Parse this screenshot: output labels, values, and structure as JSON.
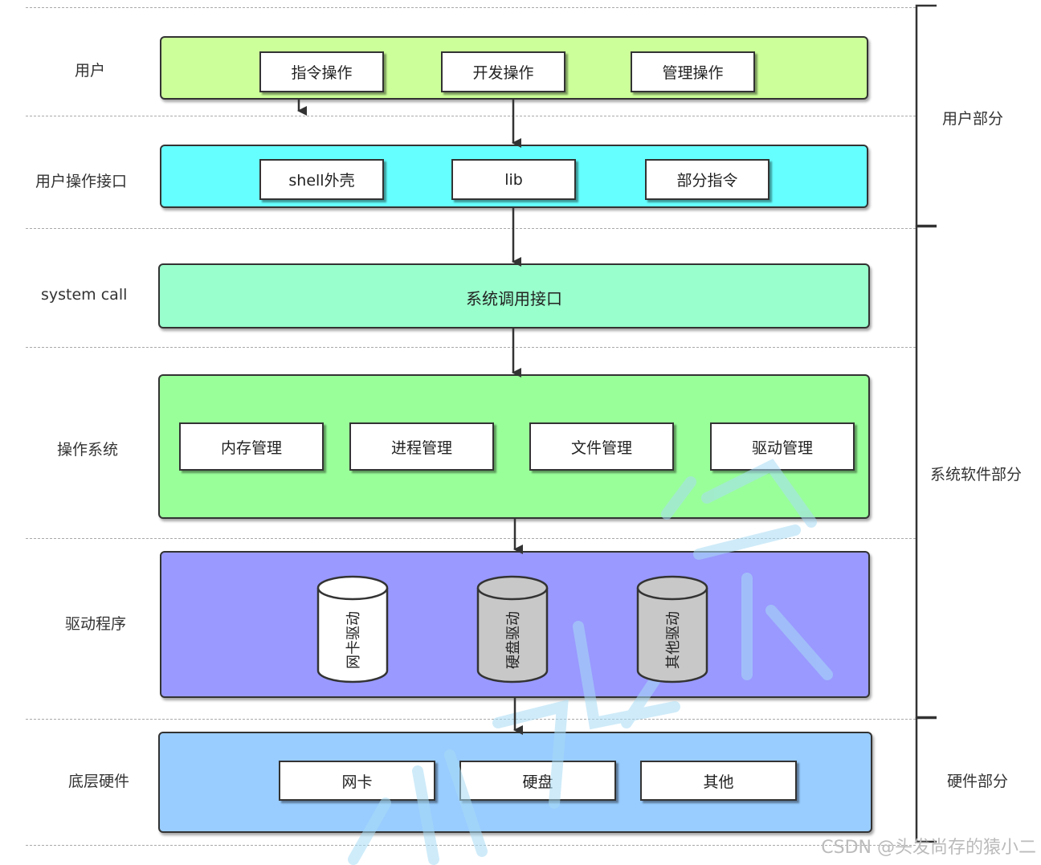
{
  "rows": {
    "user": "用户",
    "user_interface": "用户操作接口",
    "system_call": "system call",
    "os": "操作系统",
    "driver": "驱动程序",
    "hardware": "底层硬件"
  },
  "user_layer": {
    "items": [
      "指令操作",
      "开发操作",
      "管理操作"
    ]
  },
  "interface_layer": {
    "items": [
      "shell外壳",
      "lib",
      "部分指令"
    ]
  },
  "syscall_layer": {
    "label": "系统调用接口"
  },
  "os_layer": {
    "items": [
      "内存管理",
      "进程管理",
      "文件管理",
      "驱动管理"
    ]
  },
  "driver_layer": {
    "items": [
      "网卡驱动",
      "硬盘驱动",
      "其他驱动"
    ]
  },
  "hardware_layer": {
    "items": [
      "网卡",
      "硬盘",
      "其他"
    ]
  },
  "brackets": {
    "user_part": "用户部分",
    "system_part": "系统软件部分",
    "hardware_part": "硬件部分"
  },
  "watermark": "CSDN @头发尚存的猿小二",
  "colors": {
    "user_layer": "#ccff99",
    "interface_layer": "#66ffff",
    "syscall_layer": "#99ffcc",
    "os_layer": "#99ff99",
    "driver_layer": "#9999ff",
    "hardware_layer": "#99ccff",
    "cylinder_white": "#ffffff",
    "cylinder_gray": "#c8c8c8"
  }
}
